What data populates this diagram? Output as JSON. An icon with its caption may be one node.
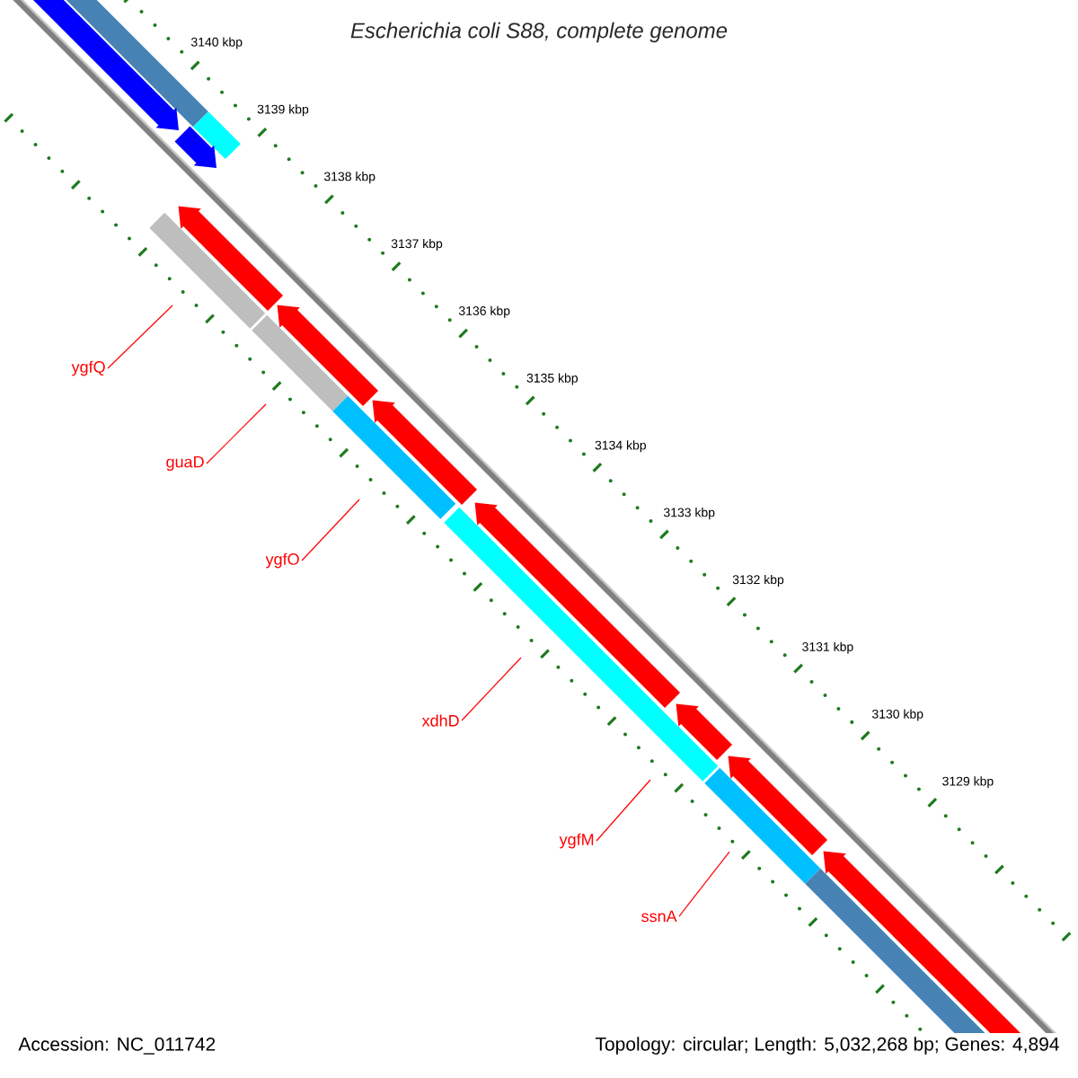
{
  "diagram": {
    "title": "Escherichia coli S88, complete genome",
    "nodes": [
      {
        "text": [
          "ygfQ"
        ]
      },
      {
        "text": [
          "guaD"
        ]
      },
      {
        "text": [
          "ygfO"
        ]
      },
      {
        "text": [
          "xdhD"
        ]
      },
      {
        "text": [
          "ygfM"
        ]
      },
      {
        "text": [
          "ssnA"
        ]
      }
    ],
    "edges": [
      {
        "from": 0,
        "to": null,
        "arrow": "none",
        "color": "#ff0000"
      },
      {
        "from": 1,
        "to": null,
        "arrow": "none",
        "color": "#ff0000"
      },
      {
        "from": 2,
        "to": null,
        "arrow": "none",
        "color": "#ff0000"
      },
      {
        "from": 3,
        "to": null,
        "arrow": "none",
        "color": "#ff0000"
      },
      {
        "from": 4,
        "to": null,
        "arrow": "none",
        "color": "#ff0000"
      },
      {
        "from": 5,
        "to": null,
        "arrow": "none",
        "color": "#ff0000"
      }
    ],
    "labels": [
      "3140 kbp",
      "3139 kbp",
      "3138 kbp",
      "3137 kbp",
      "3136 kbp",
      "3135 kbp",
      "3134 kbp",
      "3133 kbp",
      "3132 kbp",
      "3131 kbp",
      "3130 kbp",
      "3129 kbp",
      "Accession: NC_011742",
      "Topology: circular; Length: 5,032,268 bp; Genes: 4,894"
    ]
  }
}
